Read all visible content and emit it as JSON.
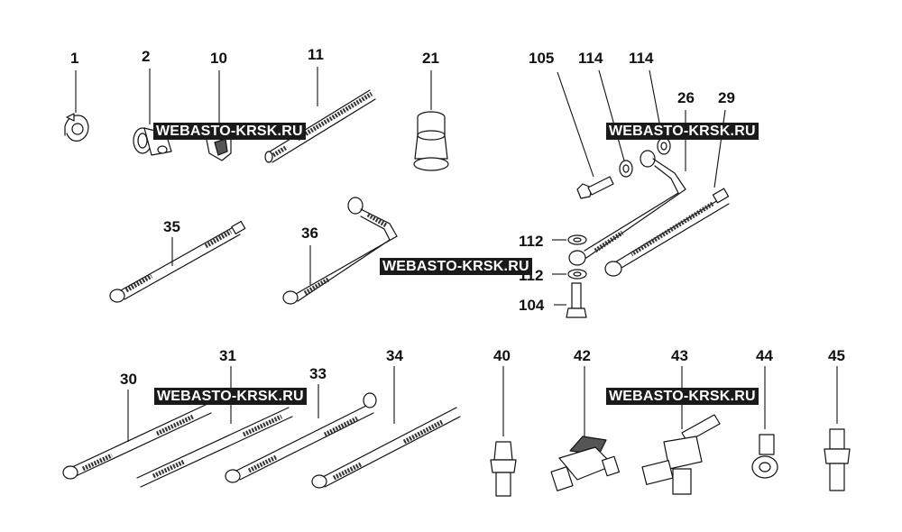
{
  "watermark_text": "WEBASTO-KRSK.RU",
  "part_numbers": {
    "p1": "1",
    "p2": "2",
    "p10": "10",
    "p11": "11",
    "p21": "21",
    "p105": "105",
    "p114a": "114",
    "p114b": "114",
    "p26": "26",
    "p29": "29",
    "p35": "35",
    "p36": "36",
    "p112a": "112",
    "p112b": "112",
    "p104": "104",
    "p30": "30",
    "p31": "31",
    "p33": "33",
    "p34": "34",
    "p40": "40",
    "p42": "42",
    "p43": "43",
    "p44": "44",
    "p45": "45"
  }
}
